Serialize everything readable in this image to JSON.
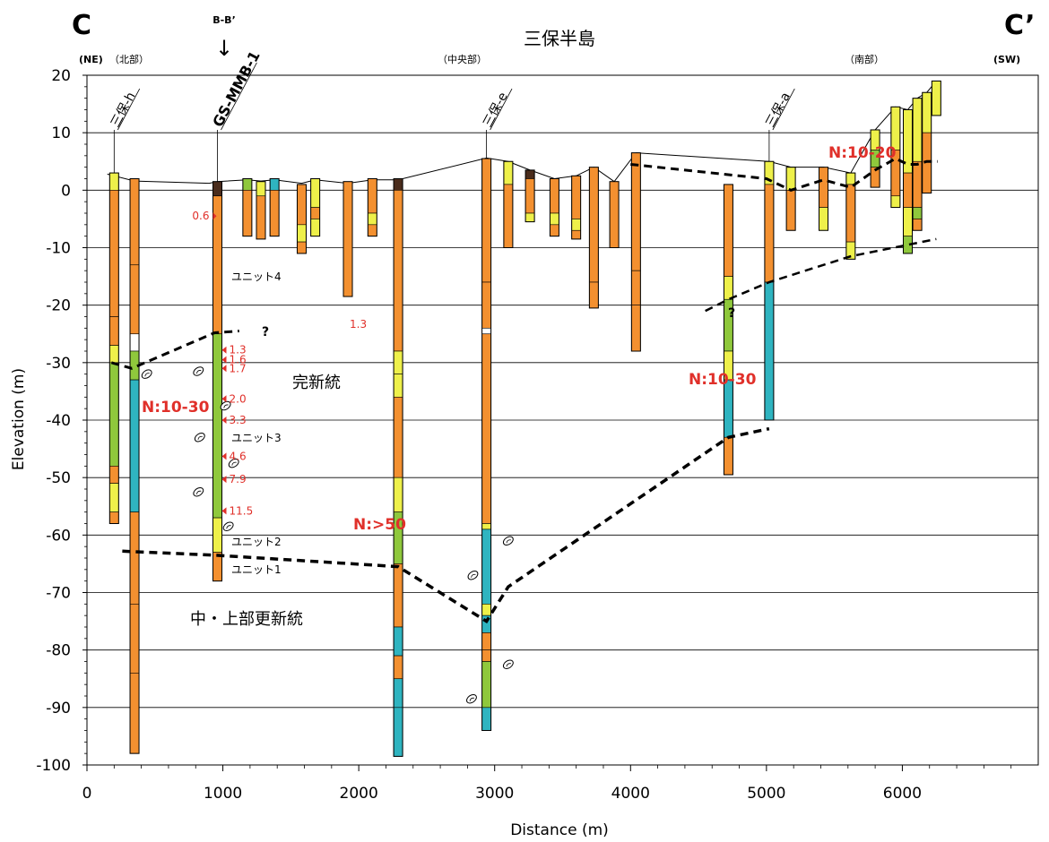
{
  "corner_left": "C",
  "corner_right": "C’",
  "title": "三保半島",
  "dir_left": "(NE)",
  "dir_right": "(SW)",
  "region_north": "（北部）",
  "region_center": "（中央部）",
  "region_south": "（南部）",
  "section_mark": "B-B’",
  "section_arrow": "↓",
  "xlabel": "Distance (m)",
  "ylabel": "Elevation (m)",
  "xlim": [
    0,
    7000
  ],
  "ylim": [
    -100,
    20
  ],
  "xticks": [
    0,
    1000,
    2000,
    3000,
    4000,
    5000,
    6000
  ],
  "yticks": [
    20,
    10,
    0,
    -10,
    -20,
    -30,
    -40,
    -50,
    -60,
    -70,
    -80,
    -90,
    -100
  ],
  "colors": {
    "orange": "#f39030",
    "yellow": "#eef04a",
    "green": "#8fc83c",
    "cyan": "#2fb4c0",
    "brown": "#4a2c1c",
    "white": "#ffffff",
    "red": "#e0302a"
  },
  "boreholes": [
    {
      "name": "三保-h",
      "x": 200,
      "top": 3,
      "bottom": -58,
      "segs": [
        [
          3,
          0,
          "yellow"
        ],
        [
          0,
          -22,
          "orange"
        ],
        [
          -22,
          -27,
          "orange"
        ],
        [
          -27,
          -30,
          "yellow"
        ],
        [
          -30,
          -48,
          "green"
        ],
        [
          -48,
          -51,
          "orange"
        ],
        [
          -51,
          -56,
          "yellow"
        ],
        [
          -56,
          -58,
          "orange"
        ]
      ]
    },
    {
      "x": 350,
      "top": 2,
      "bottom": -98,
      "segs": [
        [
          2,
          -13,
          "orange"
        ],
        [
          -13,
          -25,
          "orange"
        ],
        [
          -25,
          -28,
          "white"
        ],
        [
          -28,
          -33,
          "green"
        ],
        [
          -33,
          -56,
          "cyan"
        ],
        [
          -56,
          -72,
          "orange"
        ],
        [
          -72,
          -84,
          "orange"
        ],
        [
          -84,
          -98,
          "orange"
        ]
      ]
    },
    {
      "name": "GS-MMB-1",
      "x": 960,
      "top": 1.5,
      "bottom": -68,
      "segs": [
        [
          1.5,
          -1,
          "brown"
        ],
        [
          -1,
          -25,
          "orange"
        ],
        [
          -25,
          -57,
          "green"
        ],
        [
          -57,
          -63,
          "yellow"
        ],
        [
          -63,
          -68,
          "orange"
        ]
      ]
    },
    {
      "x": 1180,
      "top": 2,
      "bottom": -8,
      "segs": [
        [
          2,
          0,
          "green"
        ],
        [
          0,
          -8,
          "orange"
        ]
      ]
    },
    {
      "x": 1280,
      "top": 1.5,
      "bottom": -8.5,
      "segs": [
        [
          1.5,
          -1,
          "yellow"
        ],
        [
          -1,
          -8.5,
          "orange"
        ]
      ]
    },
    {
      "x": 1380,
      "top": 2,
      "bottom": -8,
      "segs": [
        [
          2,
          0,
          "cyan"
        ],
        [
          0,
          -8,
          "orange"
        ]
      ]
    },
    {
      "x": 1580,
      "top": 1,
      "bottom": -11,
      "segs": [
        [
          1,
          -6,
          "orange"
        ],
        [
          -6,
          -9,
          "yellow"
        ],
        [
          -9,
          -11,
          "orange"
        ]
      ]
    },
    {
      "x": 1680,
      "top": 2,
      "bottom": -8,
      "segs": [
        [
          2,
          -3,
          "yellow"
        ],
        [
          -3,
          -5,
          "orange"
        ],
        [
          -5,
          -8,
          "yellow"
        ]
      ]
    },
    {
      "x": 1920,
      "top": 1.5,
      "bottom": -18.5,
      "segs": [
        [
          1.5,
          -18.5,
          "orange"
        ]
      ]
    },
    {
      "x": 2100,
      "top": 2,
      "bottom": -8,
      "segs": [
        [
          2,
          -4,
          "orange"
        ],
        [
          -4,
          -6,
          "yellow"
        ],
        [
          -6,
          -8,
          "orange"
        ]
      ]
    },
    {
      "x": 2290,
      "top": 2,
      "bottom": -98.5,
      "segs": [
        [
          2,
          0,
          "brown"
        ],
        [
          0,
          -28,
          "orange"
        ],
        [
          -28,
          -32,
          "yellow"
        ],
        [
          -32,
          -36,
          "yellow"
        ],
        [
          -36,
          -50,
          "orange"
        ],
        [
          -50,
          -56,
          "yellow"
        ],
        [
          -56,
          -65,
          "green"
        ],
        [
          -65,
          -76,
          "orange"
        ],
        [
          -76,
          -81,
          "cyan"
        ],
        [
          -81,
          -85,
          "orange"
        ],
        [
          -85,
          -90,
          "cyan"
        ],
        [
          -90,
          -98.5,
          "cyan"
        ]
      ]
    },
    {
      "name": "三保-e",
      "x": 2940,
      "top": 5.5,
      "bottom": -94,
      "segs": [
        [
          5.5,
          -16,
          "orange"
        ],
        [
          -16,
          -24,
          "orange"
        ],
        [
          -24,
          -25,
          "white"
        ],
        [
          -25,
          -58,
          "orange"
        ],
        [
          -58,
          -59,
          "yellow"
        ],
        [
          -59,
          -72,
          "cyan"
        ],
        [
          -72,
          -74,
          "yellow"
        ],
        [
          -74,
          -77,
          "cyan"
        ],
        [
          -77,
          -80,
          "orange"
        ],
        [
          -80,
          -82,
          "orange"
        ],
        [
          -82,
          -90,
          "green"
        ],
        [
          -90,
          -94,
          "cyan"
        ]
      ]
    },
    {
      "x": 3100,
      "top": 5,
      "bottom": -10,
      "segs": [
        [
          5,
          1,
          "yellow"
        ],
        [
          1,
          -10,
          "orange"
        ]
      ]
    },
    {
      "x": 3260,
      "top": 3.5,
      "bottom": -5.5,
      "segs": [
        [
          3.5,
          2,
          "brown"
        ],
        [
          2,
          -4,
          "orange"
        ],
        [
          -4,
          -5.5,
          "yellow"
        ]
      ]
    },
    {
      "x": 3440,
      "top": 2,
      "bottom": -8,
      "segs": [
        [
          2,
          -4,
          "orange"
        ],
        [
          -4,
          -6,
          "yellow"
        ],
        [
          -6,
          -8,
          "orange"
        ]
      ]
    },
    {
      "x": 3600,
      "top": 2.5,
      "bottom": -8.5,
      "segs": [
        [
          2.5,
          -5,
          "orange"
        ],
        [
          -5,
          -7,
          "yellow"
        ],
        [
          -7,
          -8.5,
          "orange"
        ]
      ]
    },
    {
      "x": 3730,
      "top": 4,
      "bottom": -20.5,
      "segs": [
        [
          4,
          -16,
          "orange"
        ],
        [
          -16,
          -20.5,
          "orange"
        ]
      ]
    },
    {
      "x": 3880,
      "top": 1.5,
      "bottom": -10,
      "segs": [
        [
          1.5,
          -10,
          "orange"
        ]
      ]
    },
    {
      "x": 4040,
      "top": 6.5,
      "bottom": -28,
      "segs": [
        [
          6.5,
          -14,
          "orange"
        ],
        [
          -14,
          -20,
          "orange"
        ],
        [
          -20,
          -28,
          "orange"
        ]
      ]
    },
    {
      "x": 4720,
      "top": 1,
      "bottom": -49.5,
      "segs": [
        [
          1,
          -15,
          "orange"
        ],
        [
          -15,
          -19,
          "yellow"
        ],
        [
          -19,
          -28,
          "green"
        ],
        [
          -28,
          -33,
          "yellow"
        ],
        [
          -33,
          -43,
          "cyan"
        ],
        [
          -43,
          -49.5,
          "orange"
        ]
      ]
    },
    {
      "name": "三保-a",
      "x": 5020,
      "top": 5,
      "bottom": -40,
      "segs": [
        [
          5,
          1,
          "yellow"
        ],
        [
          1,
          -16,
          "orange"
        ],
        [
          -16,
          -40,
          "cyan"
        ]
      ]
    },
    {
      "x": 5180,
      "top": 4,
      "bottom": -7,
      "segs": [
        [
          4,
          0,
          "yellow"
        ],
        [
          0,
          -7,
          "orange"
        ]
      ]
    },
    {
      "x": 5420,
      "top": 4,
      "bottom": -7,
      "segs": [
        [
          4,
          -3,
          "orange"
        ],
        [
          -3,
          -7,
          "yellow"
        ]
      ]
    },
    {
      "x": 5620,
      "top": 3,
      "bottom": -12,
      "segs": [
        [
          3,
          1,
          "yellow"
        ],
        [
          1,
          -9,
          "orange"
        ],
        [
          -9,
          -12,
          "yellow"
        ]
      ]
    },
    {
      "x": 5800,
      "top": 10.5,
      "bottom": 0.5,
      "segs": [
        [
          10.5,
          7,
          "yellow"
        ],
        [
          7,
          4,
          "green"
        ],
        [
          4,
          0.5,
          "orange"
        ]
      ]
    },
    {
      "x": 5950,
      "top": 14.5,
      "bottom": -3,
      "segs": [
        [
          14.5,
          7,
          "yellow"
        ],
        [
          7,
          -1,
          "orange"
        ],
        [
          -1,
          -3,
          "yellow"
        ]
      ]
    },
    {
      "x": 6040,
      "top": 14,
      "bottom": -11,
      "segs": [
        [
          14,
          3,
          "yellow"
        ],
        [
          3,
          -3,
          "orange"
        ],
        [
          -3,
          -8,
          "yellow"
        ],
        [
          -8,
          -11,
          "green"
        ]
      ]
    },
    {
      "x": 6110,
      "top": 16,
      "bottom": -7,
      "segs": [
        [
          16,
          5,
          "yellow"
        ],
        [
          5,
          -3,
          "orange"
        ],
        [
          -3,
          -5,
          "green"
        ],
        [
          -5,
          -7,
          "orange"
        ]
      ]
    },
    {
      "x": 6180,
      "top": 17,
      "bottom": -0.5,
      "segs": [
        [
          17,
          10,
          "yellow"
        ],
        [
          10,
          -0.5,
          "orange"
        ]
      ]
    },
    {
      "x": 6250,
      "top": 19,
      "bottom": 13,
      "segs": [
        [
          19,
          13,
          "yellow"
        ]
      ]
    }
  ],
  "surface_line": [
    [
      150,
      2.8
    ],
    [
      350,
      1.6
    ],
    [
      900,
      1.2
    ],
    [
      960,
      1.5
    ],
    [
      1180,
      1.8
    ],
    [
      1280,
      1.6
    ],
    [
      1380,
      1.8
    ],
    [
      1580,
      1.2
    ],
    [
      1680,
      1.8
    ],
    [
      1920,
      1.2
    ],
    [
      2100,
      1.8
    ],
    [
      2290,
      1.8
    ],
    [
      2940,
      5.6
    ],
    [
      3100,
      5
    ],
    [
      3260,
      3.5
    ],
    [
      3440,
      2
    ],
    [
      3600,
      2.5
    ],
    [
      3730,
      4
    ],
    [
      3880,
      1.5
    ],
    [
      4040,
      6.5
    ],
    [
      5020,
      5
    ],
    [
      5180,
      4
    ],
    [
      5420,
      4
    ],
    [
      5620,
      3
    ],
    [
      5800,
      10.5
    ],
    [
      5950,
      14.5
    ],
    [
      6040,
      14
    ],
    [
      6110,
      16
    ],
    [
      6180,
      17
    ],
    [
      6250,
      19
    ]
  ],
  "dashed_lines": [
    {
      "points": [
        [
          180,
          -30
        ],
        [
          330,
          -31
        ],
        [
          940,
          -24.8
        ],
        [
          1120,
          -24.5
        ]
      ],
      "width": 3
    },
    {
      "points": [
        [
          4000,
          4.5
        ],
        [
          5000,
          2
        ],
        [
          5180,
          0
        ],
        [
          5420,
          1.8
        ],
        [
          5620,
          0.5
        ],
        [
          5800,
          3.5
        ],
        [
          5950,
          5.5
        ],
        [
          6040,
          4.5
        ],
        [
          6110,
          4.5
        ],
        [
          6180,
          5
        ],
        [
          6260,
          5
        ]
      ],
      "width": 3
    },
    {
      "points": [
        [
          4550,
          -21
        ],
        [
          4720,
          -19
        ],
        [
          5020,
          -16
        ],
        [
          5620,
          -11.5
        ],
        [
          6250,
          -8.5
        ]
      ],
      "width": 2.5
    },
    {
      "points": [
        [
          260,
          -62.8
        ],
        [
          940,
          -63.5
        ],
        [
          2290,
          -65.5
        ],
        [
          2940,
          -75
        ],
        [
          3100,
          -69
        ],
        [
          4720,
          -43
        ],
        [
          5020,
          -41.5
        ]
      ],
      "width": 3.5
    }
  ],
  "n_values": [
    {
      "x": 960,
      "y": -4.5,
      "label": "0.6"
    },
    {
      "x": 960,
      "y": -27.8,
      "label": "1.3"
    },
    {
      "x": 960,
      "y": -29.5,
      "label": "1.6"
    },
    {
      "x": 960,
      "y": -31,
      "label": "1.7"
    },
    {
      "x": 960,
      "y": -36.3,
      "label": "2.0"
    },
    {
      "x": 960,
      "y": -40,
      "label": "3.3"
    },
    {
      "x": 960,
      "y": -46.3,
      "label": "4.6"
    },
    {
      "x": 960,
      "y": -50.3,
      "label": "7.9"
    },
    {
      "x": 960,
      "y": -55.8,
      "label": "11.5"
    }
  ],
  "shells": [
    [
      440,
      -32
    ],
    [
      820,
      -31.5
    ],
    [
      1020,
      -37.5
    ],
    [
      830,
      -43
    ],
    [
      1080,
      -47.5
    ],
    [
      820,
      -52.5
    ],
    [
      1040,
      -58.5
    ],
    [
      2840,
      -67
    ],
    [
      3100,
      -61
    ],
    [
      2830,
      -88.5
    ],
    [
      3100,
      -82.5
    ]
  ],
  "labels": {
    "unit4": "ユニット4",
    "unit3": "ユニット3",
    "unit2": "ユニット2",
    "unit1": "ユニット1",
    "holocene": "完新統",
    "pleistocene": "中・上部更新統",
    "n_10_30_left": "N:10-30",
    "n_10_30_right": "N:10-30",
    "n_50": "N:>50",
    "n_10_20": "N:10-20",
    "val_13": "1.3",
    "q1": "?",
    "q2": "?"
  }
}
